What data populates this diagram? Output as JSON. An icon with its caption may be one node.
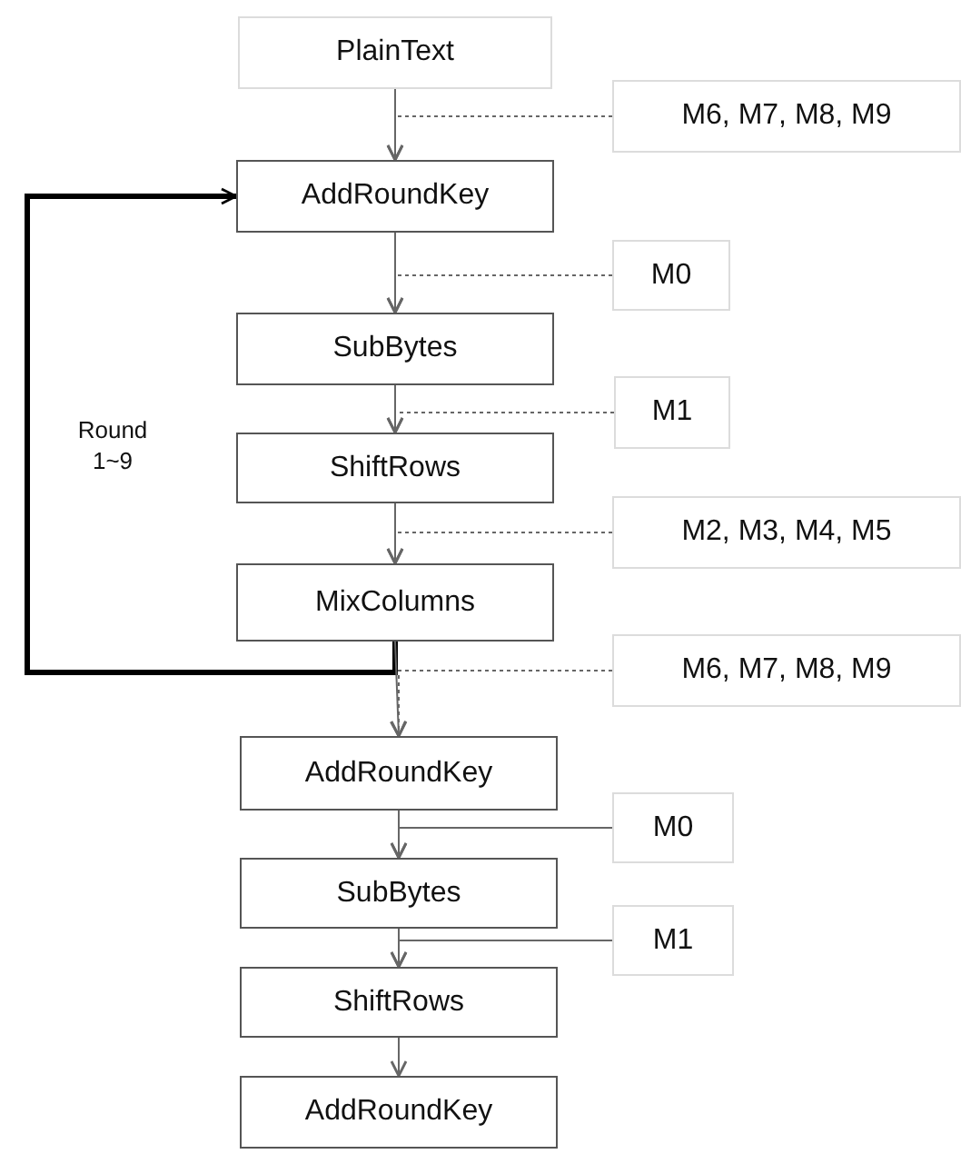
{
  "diagram": {
    "nodes": [
      {
        "text": [
          "PlainText"
        ]
      },
      {
        "text": [
          "M6, M7, M8, M9"
        ]
      },
      {
        "text": [
          "AddRoundKey"
        ]
      },
      {
        "text": [
          "M0"
        ]
      },
      {
        "text": [
          "SubBytes"
        ]
      },
      {
        "text": [
          "M1"
        ]
      },
      {
        "text": [
          "ShiftRows"
        ]
      },
      {
        "text": [
          "M2, M3, M4, M5"
        ]
      },
      {
        "text": [
          "MixColumns"
        ]
      },
      {
        "text": [
          "M6, M7, M8, M9"
        ]
      },
      {
        "text": [
          "AddRoundKey"
        ]
      },
      {
        "text": [
          "M0"
        ]
      },
      {
        "text": [
          "SubBytes"
        ]
      },
      {
        "text": [
          "M1"
        ]
      },
      {
        "text": [
          "ShiftRows"
        ]
      },
      {
        "text": [
          "AddRoundKey"
        ]
      }
    ],
    "edges": [
      {
        "from": 0,
        "to": 2,
        "arrow": "to"
      },
      {
        "from": 1,
        "to": 2,
        "arrow": "to",
        "style": "dashed"
      },
      {
        "from": 2,
        "to": 4,
        "arrow": "to"
      },
      {
        "from": 3,
        "to": 4,
        "arrow": "to",
        "style": "dashed"
      },
      {
        "from": 4,
        "to": 6,
        "arrow": "to"
      },
      {
        "from": 5,
        "to": 6,
        "arrow": "to",
        "style": "dashed"
      },
      {
        "from": 6,
        "to": 8,
        "arrow": "to"
      },
      {
        "from": 7,
        "to": 8,
        "arrow": "to",
        "style": "dashed"
      },
      {
        "from": 8,
        "to": 2,
        "arrow": "to",
        "style": "thick",
        "color": "#000000"
      },
      {
        "from": 8,
        "to": 10,
        "arrow": "to"
      },
      {
        "from": 9,
        "to": 10,
        "arrow": "to",
        "style": "dashed"
      },
      {
        "from": 10,
        "to": 12,
        "arrow": "to"
      },
      {
        "from": 11,
        "to": 12,
        "arrow": "to"
      },
      {
        "from": 12,
        "to": 14,
        "arrow": "to"
      },
      {
        "from": 13,
        "to": 14,
        "arrow": "to"
      },
      {
        "from": 14,
        "to": 15,
        "arrow": "to"
      }
    ],
    "labels": [
      "Round 1~9"
    ]
  }
}
